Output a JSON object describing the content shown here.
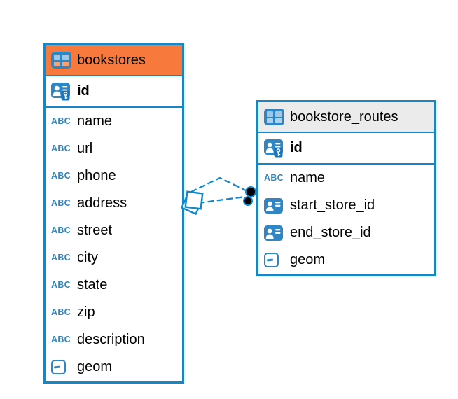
{
  "colors": {
    "accent_blue": "#1287C9",
    "icon_blue": "#2E86C4",
    "bookstores_header_orange": "#F7793C",
    "routes_header_gray": "#EBEBEB",
    "connector_blue": "#1287C9"
  },
  "icons": {
    "abc_label": "ABC"
  },
  "tables": [
    {
      "name": "bookstores",
      "header_style": "orange",
      "primary_key": {
        "name": "id"
      },
      "columns": [
        {
          "name": "name",
          "type": "text"
        },
        {
          "name": "url",
          "type": "text"
        },
        {
          "name": "phone",
          "type": "text"
        },
        {
          "name": "address",
          "type": "text"
        },
        {
          "name": "street",
          "type": "text"
        },
        {
          "name": "city",
          "type": "text"
        },
        {
          "name": "state",
          "type": "text"
        },
        {
          "name": "zip",
          "type": "text"
        },
        {
          "name": "description",
          "type": "text"
        },
        {
          "name": "geom",
          "type": "geometry"
        }
      ]
    },
    {
      "name": "bookstore_routes",
      "header_style": "gray",
      "primary_key": {
        "name": "id"
      },
      "columns": [
        {
          "name": "name",
          "type": "text"
        },
        {
          "name": "start_store_id",
          "type": "foreign-key"
        },
        {
          "name": "end_store_id",
          "type": "foreign-key"
        },
        {
          "name": "geom",
          "type": "geometry"
        }
      ]
    }
  ],
  "relationships": [
    {
      "from": "bookstore_routes",
      "to": "bookstores",
      "style": "dashed"
    },
    {
      "from": "bookstore_routes",
      "to": "bookstores",
      "style": "dashed"
    }
  ]
}
